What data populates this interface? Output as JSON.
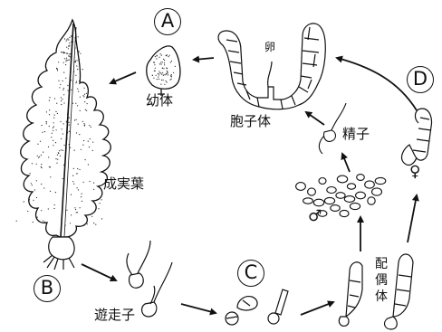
{
  "stage_labels": [
    "A",
    "B",
    "C",
    "D"
  ],
  "labels": {
    "juvenile": "幼体",
    "egg": "卵",
    "sporophyte": "胞子体",
    "sperm": "精子",
    "fertile_leaf": "成実葉",
    "zoospore": "遊走子",
    "gametophyte": "配偶体",
    "male_symbol": "♂",
    "female_symbol": "♀"
  }
}
